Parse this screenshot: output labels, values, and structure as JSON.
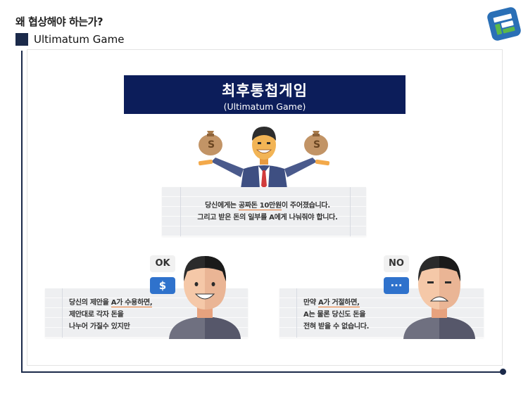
{
  "header": {
    "title": "왜 협상해야 하는가?",
    "subtitle": "Ultimatum Game"
  },
  "banner": {
    "title": "최후통첩게임",
    "subtitle": "(Ultimatum Game)"
  },
  "center_note": {
    "line1_pre": "당신에게는 ",
    "line1_u": "공짜돈 10만원",
    "line1_post": "이 주어졌습니다.",
    "line2": "그리고 받은 돈의 일부를 A에게 나눠줘야 합니다."
  },
  "bags": {
    "left_label": "S",
    "right_label": "S"
  },
  "left_case": {
    "bubble_top": "OK",
    "bubble_bottom": "$",
    "line1_pre": "당신의 제안을 ",
    "line1_u": "A가 수용하면,",
    "line2": "제안대로 각자 돈을",
    "line3": "나누어 가질수 있지만"
  },
  "right_case": {
    "bubble_top": "NO",
    "bubble_bottom": "···",
    "line1_pre": "만약 ",
    "line1_u": "A가 거절하면,",
    "line2": "A는 물론 당신도 돈을",
    "line3": "전혀 받을 수 없습니다."
  },
  "colors": {
    "navy": "#0c1d5a",
    "frame": "#1b2a4a",
    "accent_underline": "#e2712b",
    "bubble_blue": "#2f72cc",
    "logo_blue": "#2a6fb6",
    "logo_green": "#5bb84a"
  }
}
